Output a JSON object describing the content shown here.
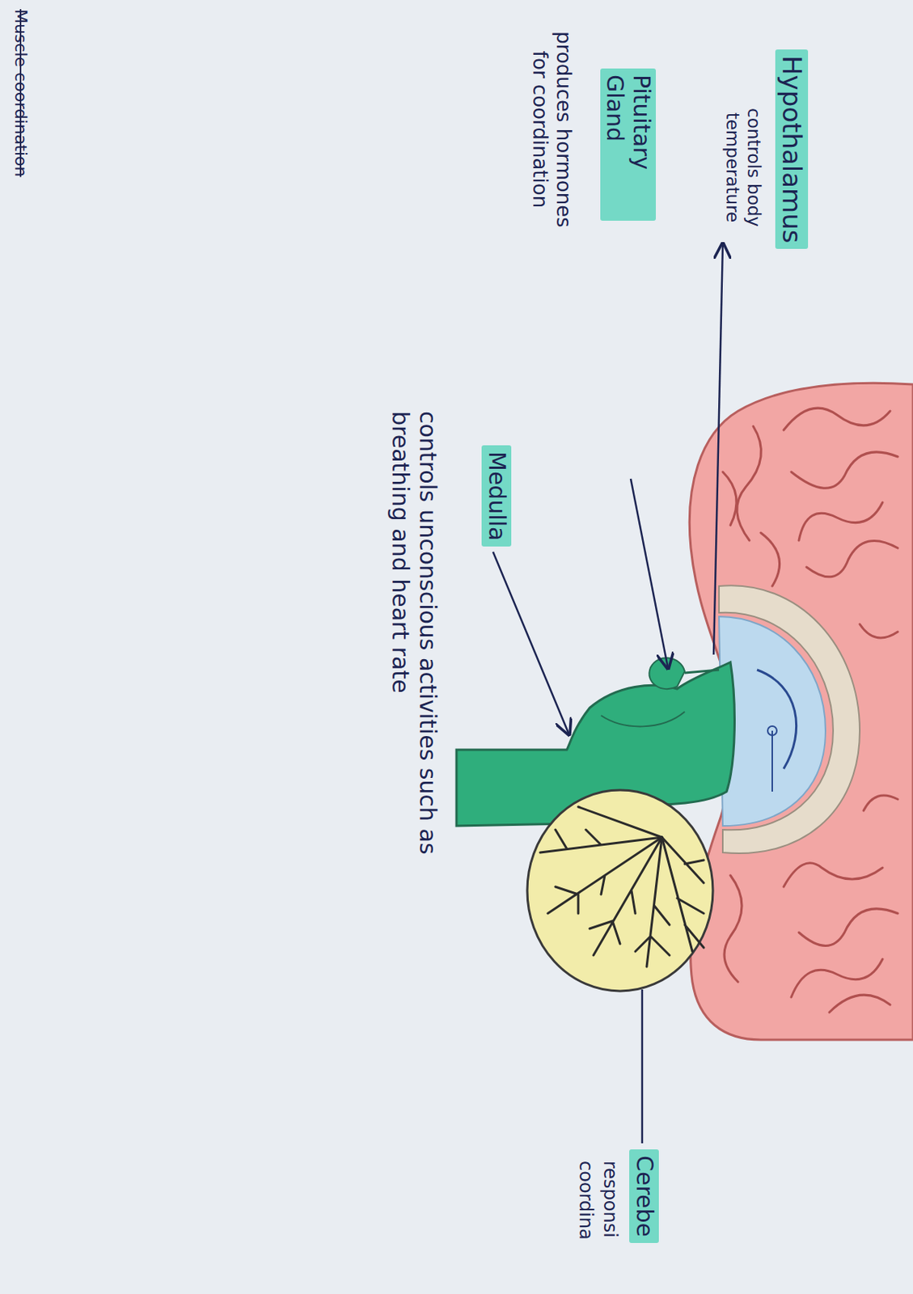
{
  "diagram": {
    "nodes": [
      {
        "text": [
          "Hypothalamus"
        ]
      },
      {
        "text": [
          "Pituitary Gland"
        ]
      },
      {
        "text": [
          "Medulla"
        ]
      },
      {
        "text": [
          "Cerebe"
        ]
      }
    ],
    "labels": [
      "controls body temperature",
      "produces hormones for coordination",
      "controls unconscious activities such as breathing and heart rate",
      "responsi",
      "coordina",
      "Muscle coordination"
    ]
  }
}
